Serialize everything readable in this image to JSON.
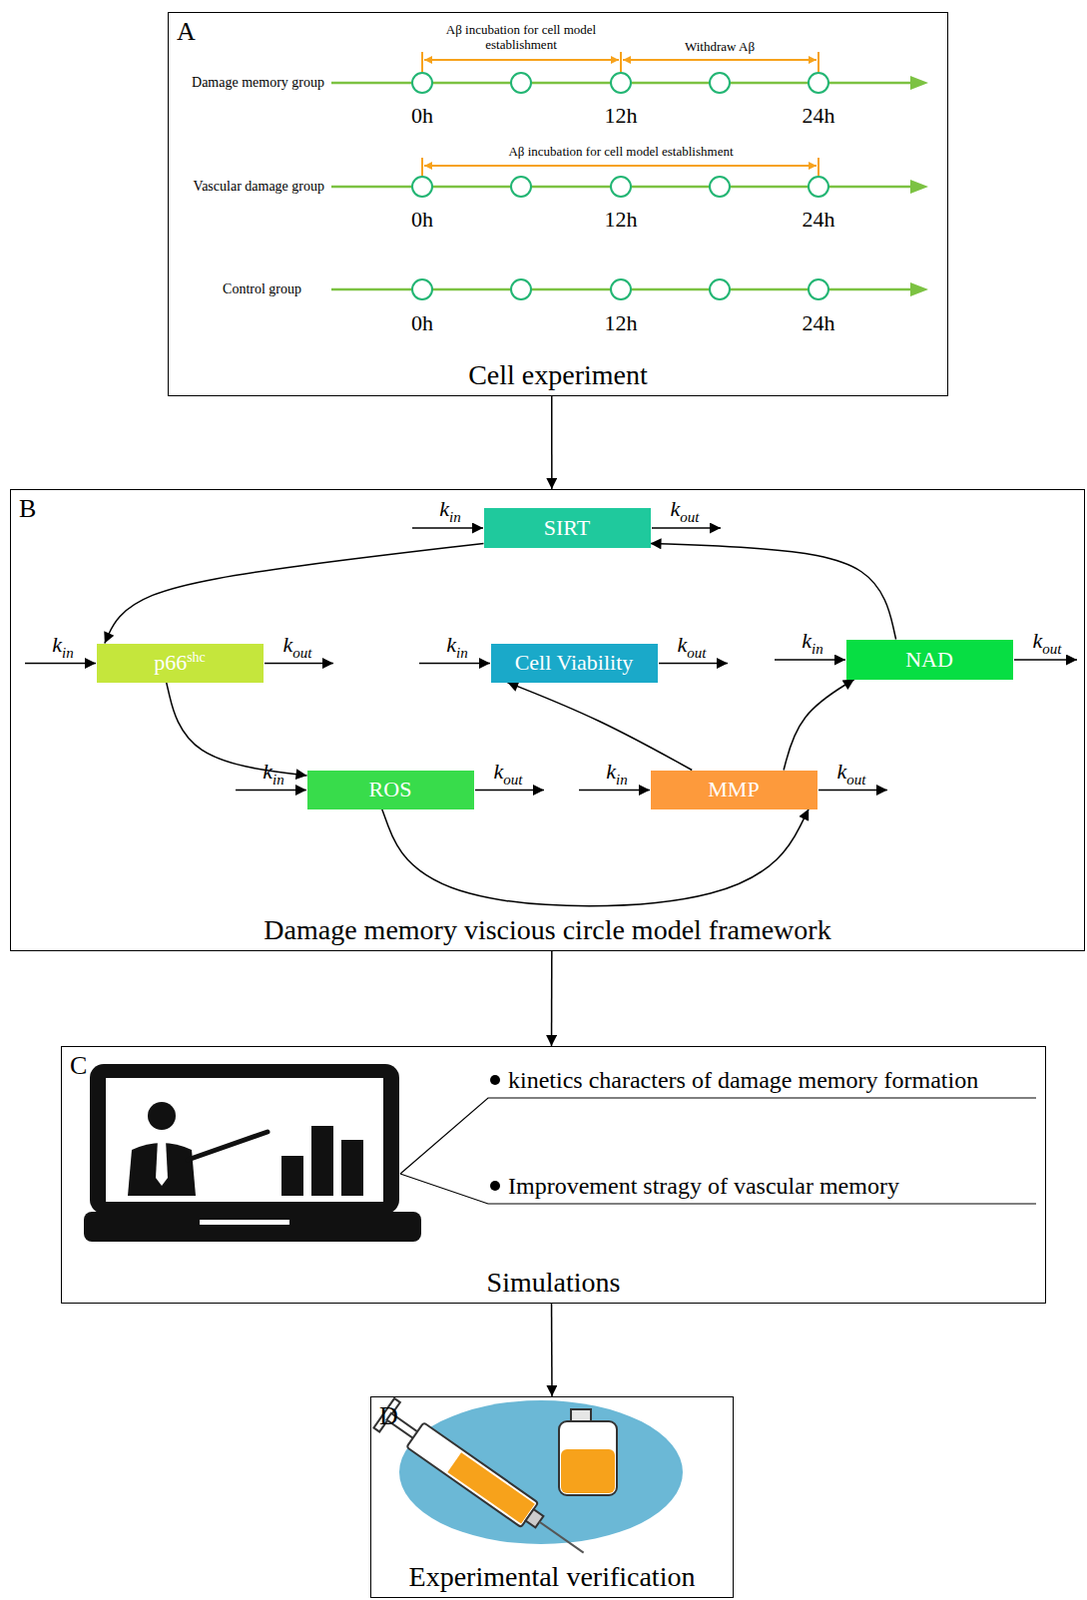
{
  "diagram": {
    "nodes": [
      {
        "text": [
          "A",
          "Cell experiment"
        ]
      },
      {
        "text": [
          "B",
          "Damage memory viscious circle model framework"
        ]
      },
      {
        "text": [
          "SIRT"
        ],
        "in": 1
      },
      {
        "text": [
          "p66shc"
        ],
        "in": 1
      },
      {
        "text": [
          "Cell Viability"
        ],
        "in": 1
      },
      {
        "text": [
          "NAD"
        ],
        "in": 1
      },
      {
        "text": [
          "ROS"
        ],
        "in": 1
      },
      {
        "text": [
          "MMP"
        ],
        "in": 1
      },
      {
        "text": [
          "C",
          "Simulations"
        ]
      },
      {
        "text": [
          "D",
          "Experimental verification"
        ]
      }
    ],
    "edges": [
      {
        "from": 0,
        "to": 1,
        "arrow": "to"
      },
      {
        "from": 1,
        "to": 8,
        "arrow": "to"
      },
      {
        "from": 8,
        "to": 9,
        "arrow": "to"
      },
      {
        "from": 2,
        "to": 3,
        "arrow": "to"
      },
      {
        "from": 3,
        "to": 6,
        "arrow": "to"
      },
      {
        "from": 6,
        "to": 7,
        "arrow": "to"
      },
      {
        "from": 7,
        "to": 4,
        "arrow": "to"
      },
      {
        "from": 7,
        "to": 5,
        "arrow": "to"
      },
      {
        "from": 5,
        "to": 2,
        "arrow": "to"
      }
    ],
    "labels": [
      "Damage memory group",
      "Aβ incubation for cell model establishment",
      "Withdraw Aβ",
      "0h",
      "12h",
      "24h",
      "Vascular damage group",
      "Aβ incubation for cell model establishment",
      "0h",
      "12h",
      "24h",
      "Control group",
      "0h",
      "12h",
      "24h",
      "kin",
      "kout",
      "kin",
      "kout",
      "kin",
      "kout",
      "kin",
      "kout",
      "kin",
      "kout",
      "kin",
      "kout",
      "kinetics characters of damage memory formation",
      "Improvement stragy of vascular memory"
    ]
  }
}
